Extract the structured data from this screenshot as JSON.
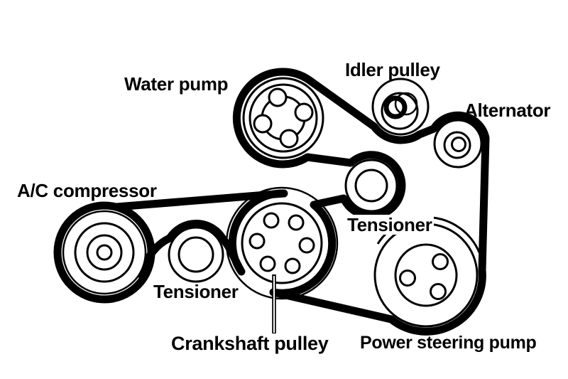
{
  "diagram": {
    "type": "engine-accessory-belt-routing",
    "background_color": "#ffffff",
    "line_color": "#000000",
    "labels": {
      "water_pump": "Water pump",
      "idler_pulley": "Idler pulley",
      "alternator": "Alternator",
      "ac_compressor": "A/C compressor",
      "tensioner_upper": "Tensioner",
      "tensioner_lower": "Tensioner",
      "crankshaft_pulley": "Crankshaft pulley",
      "power_steering_pump": "Power steering pump"
    }
  }
}
